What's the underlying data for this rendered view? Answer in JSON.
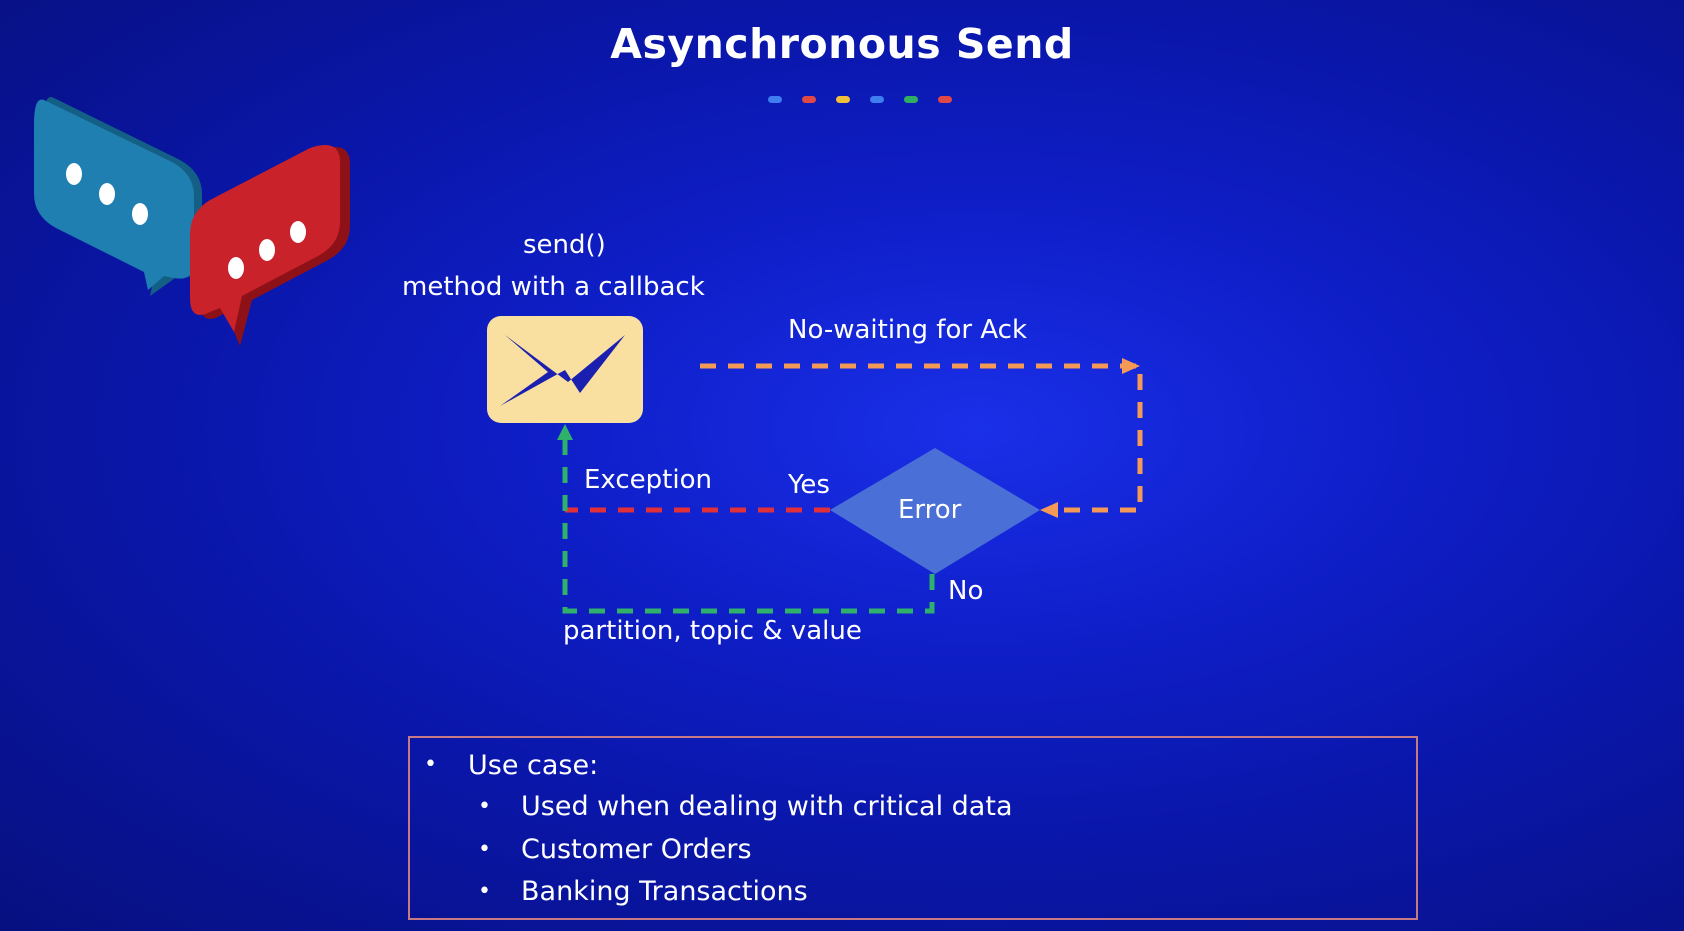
{
  "title": "Asynchronous Send",
  "dot_colors": [
    "#3f7df0",
    "#e04848",
    "#f2c13a",
    "#3f7df0",
    "#2fae63",
    "#e04848"
  ],
  "diagram": {
    "send_label": "send()",
    "method_label": "method with a callback",
    "no_wait_label": "No-waiting for  Ack",
    "exception_label": "Exception",
    "yes_label": "Yes",
    "error_label": "Error",
    "no_label": "No",
    "result_label": "partition, topic & value"
  },
  "colors": {
    "envelope": "#f9dfa0",
    "ack_line": "#f59a56",
    "exception_line": "#e2303a",
    "success_line": "#2fb06b",
    "decision": "#4a6fd6",
    "chat_blue": "#1f7fb0",
    "chat_red": "#c9222b"
  },
  "use_case": {
    "heading": "Use case:",
    "items": [
      "Used when dealing with critical data",
      "Customer Orders",
      "Banking Transactions"
    ]
  },
  "icons": [
    "chat-bubble-blue-icon",
    "chat-bubble-red-icon",
    "envelope-icon"
  ]
}
